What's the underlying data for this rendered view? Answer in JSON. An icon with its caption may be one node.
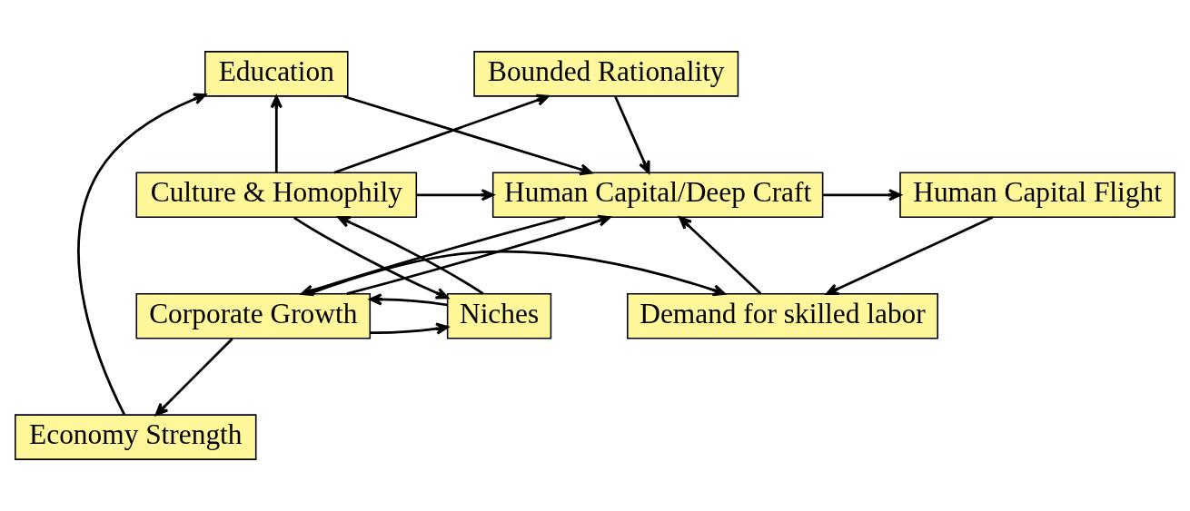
{
  "diagram": {
    "nodes": [
      {
        "text": [
          "Education"
        ]
      },
      {
        "text": [
          "Bounded Rationality"
        ]
      },
      {
        "text": [
          "Human Capital Flight"
        ]
      },
      {
        "text": [
          "Human Capital/Deep Craft"
        ]
      },
      {
        "text": [
          "Culture & Homophily"
        ]
      },
      {
        "text": [
          "Demand for skilled labor"
        ]
      },
      {
        "text": [
          "Corporate Growth"
        ]
      },
      {
        "text": [
          "Niches"
        ]
      },
      {
        "text": [
          "Economy Strength"
        ]
      }
    ],
    "edges": [
      {
        "from": 8,
        "to": 0,
        "arrow": "to"
      },
      {
        "from": 4,
        "to": 0,
        "arrow": "to"
      },
      {
        "from": 0,
        "to": 3,
        "arrow": "to"
      },
      {
        "from": 1,
        "to": 3,
        "arrow": "to"
      },
      {
        "from": 4,
        "to": 3,
        "arrow": "to"
      },
      {
        "from": 4,
        "to": 1,
        "arrow": "to"
      },
      {
        "from": 3,
        "to": 2,
        "arrow": "to"
      },
      {
        "from": 2,
        "to": 5,
        "arrow": "to"
      },
      {
        "from": 5,
        "to": 3,
        "arrow": "to"
      },
      {
        "from": 3,
        "to": 6,
        "arrow": "to"
      },
      {
        "from": 6,
        "to": 3,
        "arrow": "to"
      },
      {
        "from": 4,
        "to": 7,
        "arrow": "to"
      },
      {
        "from": 7,
        "to": 4,
        "arrow": "to"
      },
      {
        "from": 6,
        "to": 7,
        "arrow": "to"
      },
      {
        "from": 7,
        "to": 6,
        "arrow": "to"
      },
      {
        "from": 6,
        "to": 5,
        "arrow": "to"
      },
      {
        "from": 6,
        "to": 8,
        "arrow": "to"
      }
    ]
  }
}
